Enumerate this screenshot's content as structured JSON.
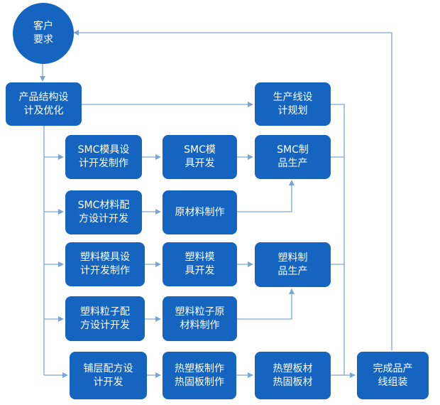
{
  "diagram": {
    "nodes": {
      "customer": "客户\n要求",
      "design": "产品结构设\n计及优化",
      "line_plan": "生产线设\n计规划",
      "smc_mold_design": "SMC模具设\n计开发制作",
      "smc_mold_dev": "SMC模\n具开发",
      "smc_product": "SMC制\n品生产",
      "smc_material_design": "SMC材料配\n方设计开发",
      "raw_material": "原材料制作",
      "plastic_mold_design": "塑料模具设\n计开发制作",
      "plastic_mold_dev": "塑料模\n具开发",
      "plastic_product": "塑料制\n品生产",
      "pellet_design": "塑料粒子配\n方设计开发",
      "pellet_make": "塑料粒子原\n材料制作",
      "layup_design": "铺层配方设\n计开发",
      "board_make": "热塑板制作\n热固板制作",
      "board": "热塑板材\n热固板材",
      "assembly": "完成品产\n线组装"
    },
    "colors": {
      "node": "#1565c0",
      "line": "#7aa6d6",
      "text": "#ffffff"
    }
  }
}
